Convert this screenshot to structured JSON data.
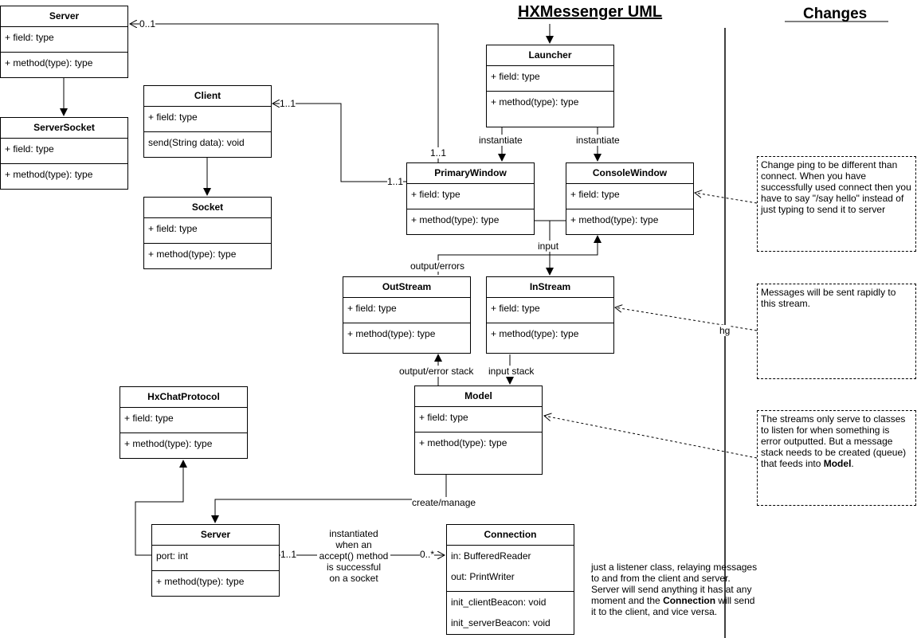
{
  "title": "HXMessenger UML",
  "changes_title": "Changes",
  "classes": {
    "server_top": {
      "name": "Server",
      "fields": [
        "+ field: type"
      ],
      "methods": [
        "+ method(type): type"
      ]
    },
    "server_socket": {
      "name": "ServerSocket",
      "fields": [
        "+ field: type"
      ],
      "methods": [
        "+ method(type): type"
      ]
    },
    "client": {
      "name": "Client",
      "fields": [
        "+ field: type"
      ],
      "methods": [
        "send(String data): void"
      ]
    },
    "socket": {
      "name": "Socket",
      "fields": [
        "+ field: type"
      ],
      "methods": [
        "+ method(type): type"
      ]
    },
    "launcher": {
      "name": "Launcher",
      "fields": [
        "+ field: type"
      ],
      "methods": [
        "+ method(type): type"
      ]
    },
    "primary_window": {
      "name": "PrimaryWindow",
      "fields": [
        "+ field: type"
      ],
      "methods": [
        "+ method(type): type"
      ]
    },
    "console_window": {
      "name": "ConsoleWindow",
      "fields": [
        "+ field: type"
      ],
      "methods": [
        "+ method(type): type"
      ]
    },
    "out_stream": {
      "name": "OutStream",
      "fields": [
        "+ field: type"
      ],
      "methods": [
        "+ method(type): type"
      ]
    },
    "in_stream": {
      "name": "InStream",
      "fields": [
        "+ field: type"
      ],
      "methods": [
        "+ method(type): type"
      ]
    },
    "model": {
      "name": "Model",
      "fields": [
        "+ field: type"
      ],
      "methods": [
        "+ method(type): type"
      ]
    },
    "hx_chat_protocol": {
      "name": "HxChatProtocol",
      "fields": [
        "+ field: type"
      ],
      "methods": [
        "+ method(type): type"
      ]
    },
    "server_bottom": {
      "name": "Server",
      "fields": [
        "port: int"
      ],
      "methods": [
        "+ method(type): type"
      ]
    },
    "connection": {
      "name": "Connection",
      "fields": [
        "in: BufferedReader",
        "out: PrintWriter"
      ],
      "methods": [
        "init_clientBeacon: void",
        "init_serverBeacon: void"
      ]
    }
  },
  "labels": {
    "server_mult": "0..1",
    "primary_to_server_mult": "1..1",
    "client_mult": "1..1",
    "primary_to_client_mult": "1..1",
    "instantiate_primary": "instantiate",
    "instantiate_console": "instantiate",
    "input": "input",
    "output_errors": "output/errors",
    "output_error_stack": "output/error stack",
    "input_stack": "input stack",
    "create_manage": "create/manage",
    "instream_note_tag": "hg",
    "server_conn_left_mult": "1..1",
    "server_conn_right_mult": "0..*",
    "instantiated_text": [
      "instantiated",
      "when an",
      "accept() method",
      "is successful",
      "on a socket"
    ]
  },
  "notes": {
    "ping": "Change ping to be different than connect. When you have successfully used connect then you have to say \"/say hello\" instead of just typing to send it to server",
    "messages": "Messages will be sent rapidly to this stream.",
    "streams_pre": "The streams only serve to classes to listen for when something is error outputted. But a message stack needs to be created (queue) that feeds into ",
    "streams_bold": "Model",
    "streams_post": "."
  },
  "connection_description": {
    "part1": "just a listener class, relaying messages to and from the client and server. Server will send anything it has at any moment and the ",
    "bold": "Connection",
    "part2": " will send it to the client, and vice versa."
  }
}
